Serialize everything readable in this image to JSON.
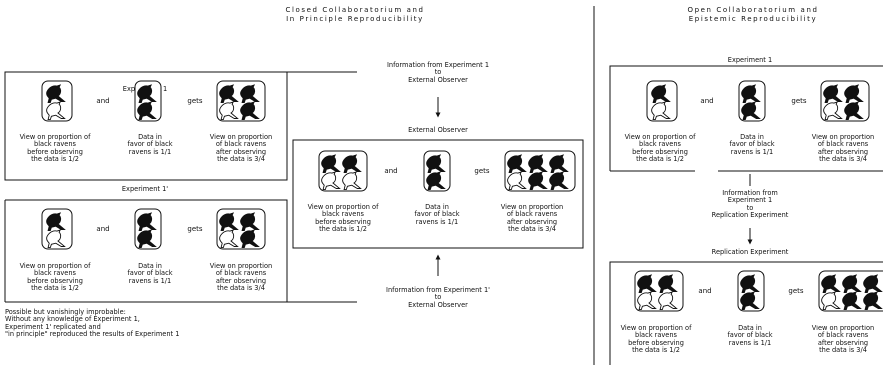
{
  "titles": {
    "left": "Closed Collaboratorium and\nIn Principle Reproducibility",
    "right": "Open Collaboratorium and\nEpistemic Reproducibility"
  },
  "left_panel": {
    "experiment1": {
      "label": "Experiment 1",
      "before": "View on proportion of\nblack ravens\nbefore observing\nthe data is 1/2",
      "data": "Data in\nfavor of black\nravens is 1/1",
      "after": "View on proportion\nof black ravens\nafter observing\nthe data is 3/4",
      "and": "and",
      "gets": "gets"
    },
    "experiment1p": {
      "label": "Experiment 1'",
      "before": "View on proportion of\nblack ravens\nbefore observing\nthe data is 1/2",
      "data": "Data in\nfavor of black\nravens is 1/1",
      "after": "View on proportion\nof black ravens\nafter observing\nthe data is 3/4",
      "and": "and",
      "gets": "gets"
    },
    "info_top": "Information from Experiment 1\nto\nExternal Observer",
    "info_bottom": "Information from Experiment 1'\nto\nExternal Observer",
    "external": {
      "label": "External Observer",
      "before": "View on proportion of\nblack ravens\nbefore observing\nthe data is 1/2",
      "data": "Data in\nfavor of black\nravens is 1/1",
      "after": "View on proportion\nof black ravens\nafter observing\nthe data is 3/4",
      "and": "and",
      "gets": "gets"
    },
    "footnote": "Possible but vanishingly improbable:\nWithout any knowledge of Experiment 1,\nExperiment 1' replicated and\n\"in principle\" reproduced the results of Experiment 1"
  },
  "right_panel": {
    "experiment1": {
      "label": "Experiment 1",
      "before": "View on proportion of\nblack ravens\nbefore observing\nthe data is 1/2",
      "data": "Data in\nfavor of black\nravens is 1/1",
      "after": "View on proportion\nof black ravens\nafter observing\nthe data is 3/4",
      "and": "and",
      "gets": "gets"
    },
    "info": "Information from\nExperiment 1\nto\nReplication Experiment",
    "replication": {
      "label": "Replication Experiment",
      "before": "View on proportion of\nblack ravens\nbefore observing\nthe data is 1/2",
      "data": "Data in\nfavor of black\nravens is 1/1",
      "after": "View on proportion\nof black ravens\nafter observing\nthe data is 3/4",
      "and": "and",
      "gets": "gets"
    }
  },
  "icons": {
    "black_raven": "black-raven-icon",
    "white_raven": "white-raven-icon"
  },
  "colors": {
    "line": "#111111",
    "raven_black": "#111111",
    "raven_white": "#ffffff"
  }
}
